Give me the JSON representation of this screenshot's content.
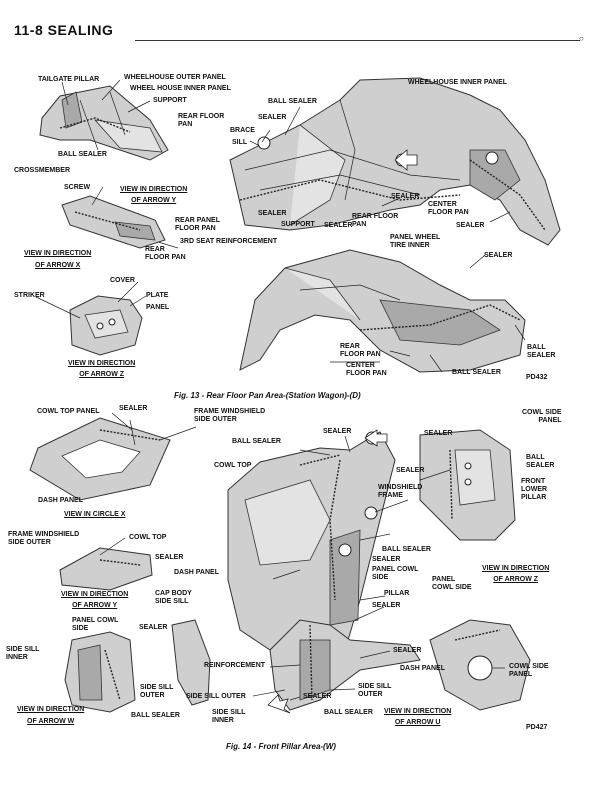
{
  "header": {
    "title": "11-8 SEALING"
  },
  "fig13": {
    "caption": "Fig. 13 - Rear Floor Pan Area-(Station Wagon)-(D)",
    "code": "PD432",
    "labels": {
      "tailgate_pillar": "TAILGATE PILLAR",
      "wheelhouse_outer": "WHEELHOUSE OUTER PANEL",
      "wheel_house_inner": "WHEEL HOUSE INNER PANEL",
      "support1": "SUPPORT",
      "rear_floor_pan1": "REAR FLOOR\nPAN",
      "ball_sealer1": "BALL SEALER",
      "crossmember": "CROSSMEMBER",
      "ball_sealer_top": "BALL SEALER",
      "sealer_top": "SEALER",
      "brace": "BRACE",
      "sill": "SILL",
      "wheelhouse_inner_panel": "WHEELHOUSE INNER PANEL",
      "screw": "SCREW",
      "view_arrow_y": "VIEW IN DIRECTION\nOF ARROW Y",
      "rear_panel_floor_pan": "REAR PANEL\nFLOOR PAN",
      "seat_reinf": "3RD SEAT REINFORCEMENT",
      "rear_floor_pan2": "REAR\nFLOOR PAN",
      "view_arrow_x": "VIEW IN DIRECTION\nOF ARROW X",
      "sealer_mid1": "SEALER",
      "support2": "SUPPORT",
      "sealer_mid2": "SEALER",
      "rear_floor_pan3": "REAR FLOOR\nPAN",
      "sealer_center": "SEALER",
      "center_floor_pan1": "CENTER\nFLOOR PAN",
      "sealer_right1": "SEALER",
      "panel_wheel_tire": "PANEL WHEEL\nTIRE INNER",
      "sealer_right2": "SEALER",
      "cover": "COVER",
      "striker": "STRIKER",
      "plate": "PLATE",
      "panel": "PANEL",
      "view_arrow_z": "VIEW IN DIRECTION\nOF ARROW Z",
      "rear_floor_pan4": "REAR\nFLOOR PAN",
      "center_floor_pan2": "CENTER\nFLOOR PAN",
      "ball_sealer_bottom": "BALL SEALER",
      "ball_sealer_right": "BALL\nSEALER"
    }
  },
  "fig14": {
    "caption": "Fig. 14 - Front Pillar Area-(W)",
    "code": "PD427",
    "labels": {
      "cowl_top_panel": "COWL TOP PANEL",
      "sealer_a": "SEALER",
      "frame_windshield_side_outer": "FRAME WINDSHIELD\nSIDE OUTER",
      "ball_sealer_a": "BALL SEALER",
      "sealer_b": "SEALER",
      "sealer_c": "SEALER",
      "cowl_side_panel": "COWL SIDE\nPANEL",
      "cowl_top": "COWL TOP",
      "sealer_d": "SEALER",
      "ball_sealer_b": "BALL\nSEALER",
      "windshield_frame": "WINDSHIELD\nFRAME",
      "front_lower_pillar": "FRONT\nLOWER\nPILLAR",
      "dash_panel_a": "DASH PANEL",
      "view_circle_x": "VIEW IN CIRCLE X",
      "frame_windshield_b": "FRAME WINDSHIELD\nSIDE OUTER",
      "cowl_top_b": "COWL TOP",
      "sealer_e": "SEALER",
      "ball_sealer_c": "BALL SEALER",
      "sealer_f": "SEALER",
      "dash_panel_b": "DASH PANEL",
      "panel_cowl_side": "PANEL COWL\nSIDE",
      "view_arrow_z": "VIEW IN DIRECTION\nOF ARROW Z",
      "panel_cowl_side_b": "PANEL\nCOWL SIDE",
      "view_arrow_y": "VIEW IN DIRECTION\nOF ARROW Y",
      "cap_body_side_sill": "CAP BODY\nSIDE SILL",
      "pillar": "PILLAR",
      "sealer_g": "SEALER",
      "panel_cowl_side_c": "PANEL COWL\nSIDE",
      "sealer_h": "SEALER",
      "side_sill_inner_a": "SIDE SILL\nINNER",
      "reinforcement": "REINFORCEMENT",
      "sealer_i": "SEALER",
      "dash_panel_c": "DASH PANEL",
      "cowl_side_panel_b": "COWL SIDE\nPANEL",
      "side_sill_outer_a": "SIDE SILL\nOUTER",
      "side_sill_outer_b": "SIDE SILL OUTER",
      "sealer_j": "SEALER",
      "side_sill_outer_c": "SIDE SILL\nOUTER",
      "view_arrow_w": "VIEW IN DIRECTION\nOF ARROW W",
      "ball_sealer_d": "BALL SEALER",
      "side_sill_inner_b": "SIDE SILL\nINNER",
      "ball_sealer_e": "BALL SEALER",
      "view_arrow_u": "VIEW IN DIRECTION\nOF ARROW U"
    }
  }
}
